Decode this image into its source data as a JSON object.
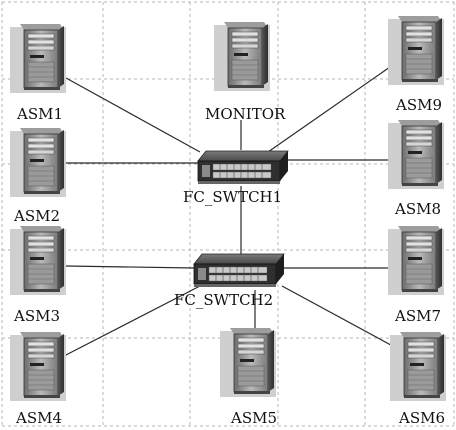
{
  "nodes": {
    "asm1": {
      "label": "ASM1",
      "kind": "server"
    },
    "asm2": {
      "label": "ASM2",
      "kind": "server"
    },
    "asm3": {
      "label": "ASM3",
      "kind": "server"
    },
    "asm4": {
      "label": "ASM4",
      "kind": "server"
    },
    "asm5": {
      "label": "ASM5",
      "kind": "server"
    },
    "asm6": {
      "label": "ASM6",
      "kind": "server"
    },
    "asm7": {
      "label": "ASM7",
      "kind": "server"
    },
    "asm8": {
      "label": "ASM8",
      "kind": "server"
    },
    "asm9": {
      "label": "ASM9",
      "kind": "server"
    },
    "monitor": {
      "label": "MONITOR",
      "kind": "server"
    },
    "fc_switch1": {
      "label": "FC_SWTCH1",
      "kind": "switch"
    },
    "fc_switch2": {
      "label": "FC_SWTCH2",
      "kind": "switch"
    }
  },
  "links": [
    [
      "asm1",
      "fc_switch1"
    ],
    [
      "asm2",
      "fc_switch1"
    ],
    [
      "monitor",
      "fc_switch1"
    ],
    [
      "asm9",
      "fc_switch1"
    ],
    [
      "asm8",
      "fc_switch1"
    ],
    [
      "fc_switch1",
      "fc_switch2"
    ],
    [
      "asm3",
      "fc_switch2"
    ],
    [
      "asm4",
      "fc_switch2"
    ],
    [
      "asm5",
      "fc_switch2"
    ],
    [
      "asm6",
      "fc_switch2"
    ],
    [
      "asm7",
      "fc_switch2"
    ]
  ],
  "colors": {
    "grid": "#b5b5b5",
    "link": "#2a2a2a",
    "server_body": "#8f8f8f",
    "server_shadow": "#c8c8c8",
    "switch_body": "#3a3a3a"
  }
}
